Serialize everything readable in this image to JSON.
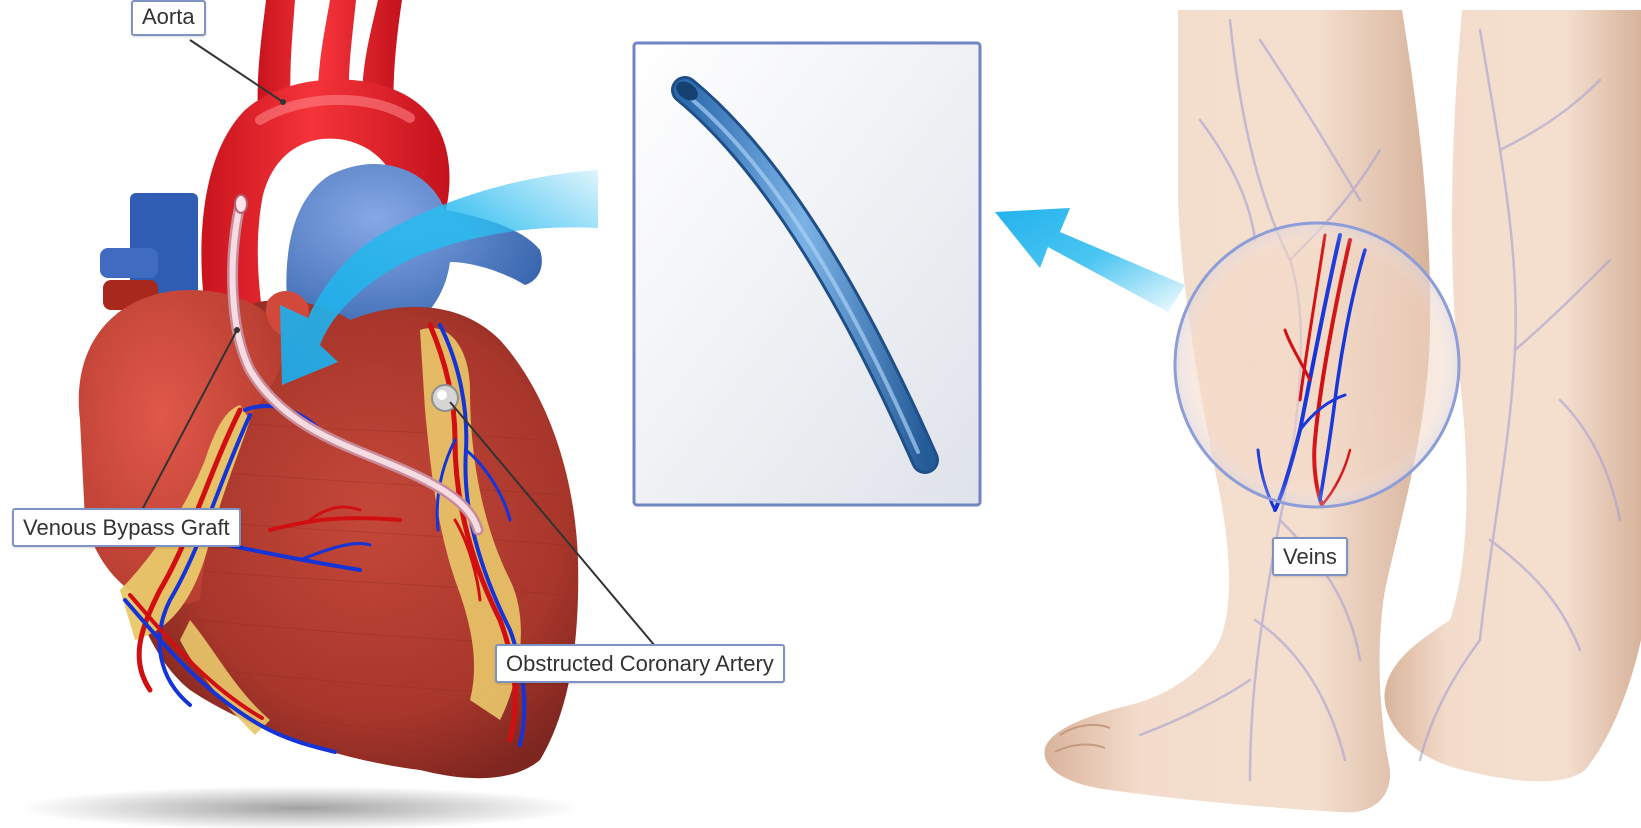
{
  "labels": {
    "aorta": "Aorta",
    "venous_bypass_graft": "Venous Bypass Graft",
    "obstructed_coronary_artery": "Obstructed Coronary Artery",
    "veins": "Veins"
  },
  "colors": {
    "aorta_red": "#e8222c",
    "vein_blue": "#3a6fb8",
    "heart_muscle": "#b83a2e",
    "fat_yellow": "#e9c86a",
    "artery_red": "#d10f12",
    "vessel_blue": "#1434d8",
    "arrow_cyan": "#2bbbef",
    "skin": "#f1d7c3",
    "panel_border": "#6f86c2",
    "label_border": "#7f92c4"
  }
}
